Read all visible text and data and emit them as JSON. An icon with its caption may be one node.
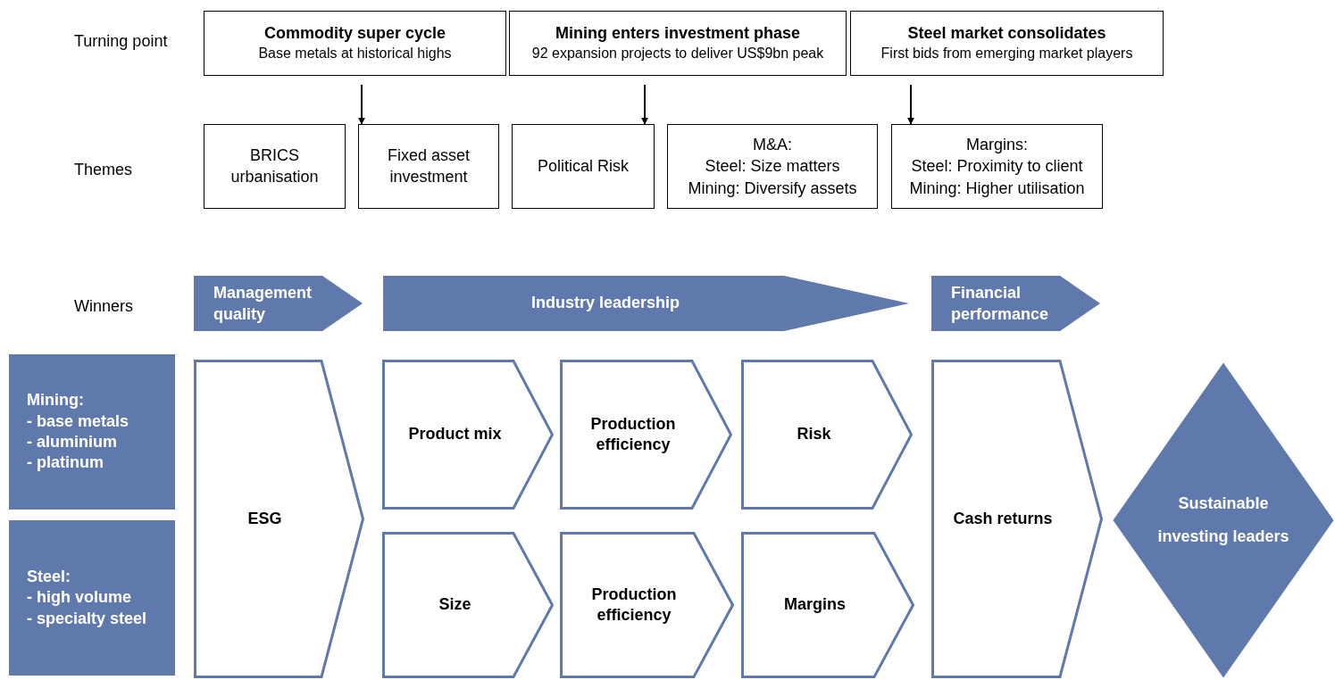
{
  "diagram": {
    "nodes": [
      {
        "text": [
          "Commodity super cycle",
          "Base metals at historical highs"
        ]
      },
      {
        "text": [
          "Mining enters investment phase",
          "92 expansion projects to deliver US$9bn peak"
        ]
      },
      {
        "text": [
          "Steel market consolidates",
          "First bids from emerging market players"
        ]
      },
      {
        "text": [
          "BRICS urbanisation"
        ]
      },
      {
        "text": [
          "Fixed asset investment"
        ]
      },
      {
        "text": [
          "Political Risk"
        ]
      },
      {
        "text": [
          "M&A:",
          "Steel: Size matters",
          "Mining: Diversify assets"
        ]
      },
      {
        "text": [
          "Margins:",
          "Steel: Proximity to client",
          "Mining: Higher utilisation"
        ]
      },
      {
        "text": [
          "Management quality"
        ]
      },
      {
        "text": [
          "Industry leadership"
        ]
      },
      {
        "text": [
          "Financial performance"
        ]
      },
      {
        "text": [
          "Mining:",
          "- base metals",
          "- aluminium",
          "- platinum"
        ]
      },
      {
        "text": [
          "Steel:",
          "- high volume",
          "- specialty steel"
        ]
      },
      {
        "text": [
          "ESG"
        ]
      },
      {
        "text": [
          "Product mix"
        ]
      },
      {
        "text": [
          "Production efficiency"
        ]
      },
      {
        "text": [
          "Risk"
        ]
      },
      {
        "text": [
          "Size"
        ]
      },
      {
        "text": [
          "Production efficiency"
        ]
      },
      {
        "text": [
          "Margins"
        ]
      },
      {
        "text": [
          "Cash returns"
        ]
      },
      {
        "text": [
          "Sustainable investing leaders"
        ]
      }
    ],
    "edges": [
      {
        "from": 0,
        "to": 4,
        "arrow": "to"
      },
      {
        "from": 1,
        "to": 5,
        "arrow": "to"
      },
      {
        "from": 2,
        "to": 7,
        "arrow": "to"
      }
    ],
    "labels": [
      "Turning point",
      "Themes",
      "Winners"
    ]
  }
}
